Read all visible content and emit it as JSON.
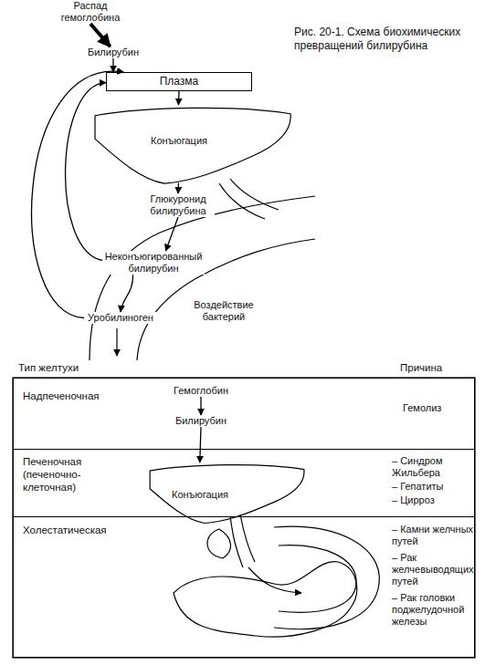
{
  "diagram": {
    "caption": "Рис. 20-1. Схема биохимических превращений билирубина",
    "nodes": [
      {
        "text": [
          "Распад гемоглобина"
        ]
      },
      {
        "text": [
          "Билирубин"
        ]
      },
      {
        "text": [
          "Плазма"
        ]
      },
      {
        "text": [
          "Конъюгация"
        ]
      },
      {
        "text": [
          "Глюкуронид билирубина"
        ]
      },
      {
        "text": [
          "Неконъюгированный билирубин"
        ]
      },
      {
        "text": [
          "Уробилиноген"
        ]
      },
      {
        "text": [
          "Надпеченочная",
          "Гемолиз"
        ]
      },
      {
        "text": [
          "Гемоглобин"
        ],
        "in": 7
      },
      {
        "text": [
          "Билирубин"
        ],
        "in": 7
      },
      {
        "text": [
          "Печеночная (печеночно-клеточная)",
          "– Синдром Жильбера",
          "– Гепатиты",
          "– Цирроз"
        ]
      },
      {
        "text": [
          "Конъюгация"
        ],
        "in": 10
      },
      {
        "text": [
          "Холестатическая",
          "– Камни желчных путей",
          "– Рак желчевыводящих путей",
          "– Рак головки поджелудочной железы"
        ]
      }
    ],
    "edges": [
      {
        "from": 0,
        "to": 1,
        "arrow": "to"
      },
      {
        "from": 1,
        "to": 2,
        "arrow": "to"
      },
      {
        "from": 2,
        "to": 3,
        "arrow": "to"
      },
      {
        "from": 3,
        "to": 4,
        "arrow": "to"
      },
      {
        "from": 4,
        "to": 5,
        "arrow": "to"
      },
      {
        "from": 5,
        "to": 6,
        "arrow": "to"
      },
      {
        "from": 5,
        "to": 2,
        "arrow": "to"
      },
      {
        "from": 6,
        "to": 2,
        "arrow": "to"
      },
      {
        "from": 8,
        "to": 9,
        "arrow": "to"
      },
      {
        "from": 9,
        "to": 11,
        "arrow": "to"
      }
    ],
    "labels": [
      "Воздействие бактерий",
      "Тип желтухи",
      "Причина"
    ]
  }
}
